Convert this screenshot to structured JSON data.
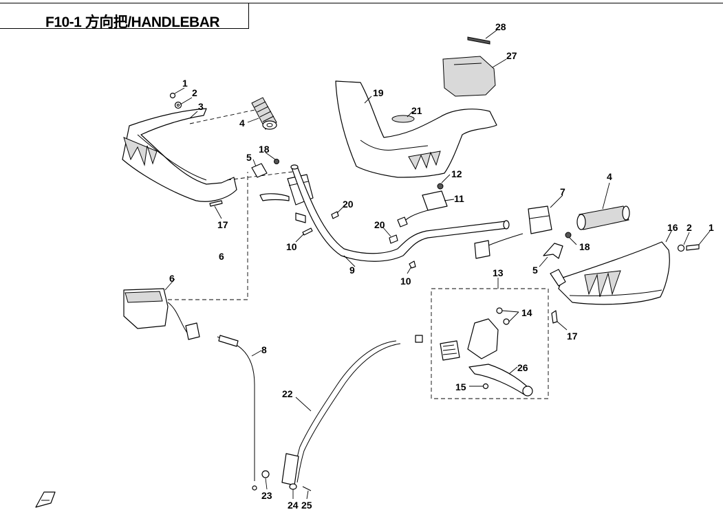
{
  "header": {
    "title": "F10-1 方向把/HANDLEBAR"
  },
  "callouts": [
    {
      "id": "c1a",
      "text": "1"
    },
    {
      "id": "c2a",
      "text": "2"
    },
    {
      "id": "c3",
      "text": "3"
    },
    {
      "id": "c4a",
      "text": "4"
    },
    {
      "id": "c5a",
      "text": "5"
    },
    {
      "id": "c18a",
      "text": "18"
    },
    {
      "id": "c17a",
      "text": "17"
    },
    {
      "id": "c6a",
      "text": "6"
    },
    {
      "id": "c6b",
      "text": "6"
    },
    {
      "id": "c19",
      "text": "19"
    },
    {
      "id": "c21",
      "text": "21"
    },
    {
      "id": "c28",
      "text": "28"
    },
    {
      "id": "c27",
      "text": "27"
    },
    {
      "id": "c12",
      "text": "12"
    },
    {
      "id": "c11",
      "text": "11"
    },
    {
      "id": "c20a",
      "text": "20"
    },
    {
      "id": "c20b",
      "text": "20"
    },
    {
      "id": "c10a",
      "text": "10"
    },
    {
      "id": "c10b",
      "text": "10"
    },
    {
      "id": "c9",
      "text": "9"
    },
    {
      "id": "c7",
      "text": "7"
    },
    {
      "id": "c4b",
      "text": "4"
    },
    {
      "id": "c16",
      "text": "16"
    },
    {
      "id": "c2b",
      "text": "2"
    },
    {
      "id": "c1b",
      "text": "1"
    },
    {
      "id": "c18b",
      "text": "18"
    },
    {
      "id": "c5b",
      "text": "5"
    },
    {
      "id": "c13",
      "text": "13"
    },
    {
      "id": "c14",
      "text": "14"
    },
    {
      "id": "c17b",
      "text": "17"
    },
    {
      "id": "c26",
      "text": "26"
    },
    {
      "id": "c15",
      "text": "15"
    },
    {
      "id": "c8",
      "text": "8"
    },
    {
      "id": "c22",
      "text": "22"
    },
    {
      "id": "c23",
      "text": "23"
    },
    {
      "id": "c24",
      "text": "24"
    },
    {
      "id": "c25",
      "text": "25"
    }
  ]
}
